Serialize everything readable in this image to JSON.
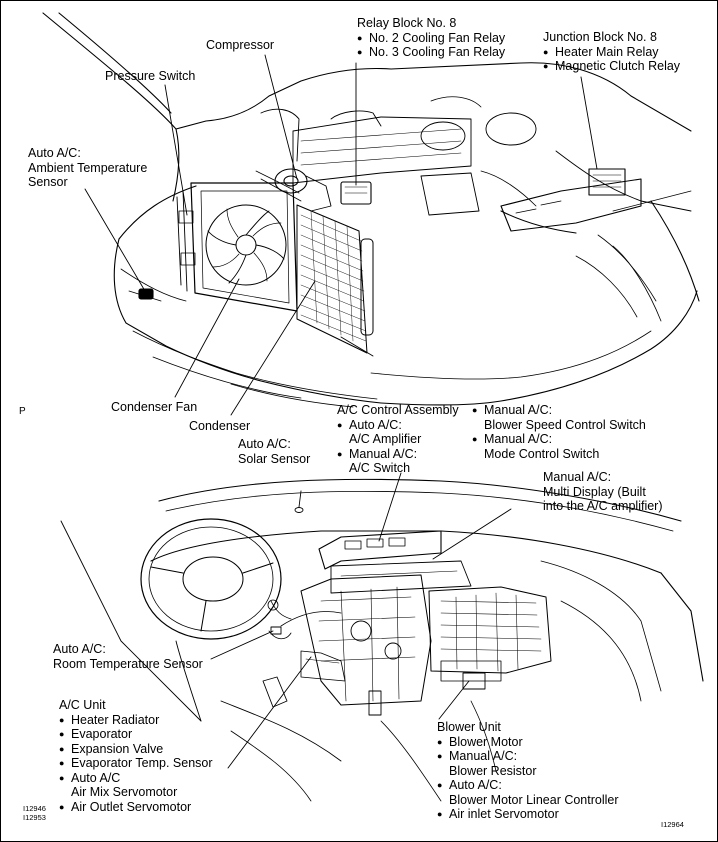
{
  "section_marker": "P",
  "labels": {
    "relay_block": {
      "title": "Relay Block No. 8",
      "items": [
        "No. 2 Cooling Fan Relay",
        "No. 3 Cooling Fan Relay"
      ]
    },
    "compressor": "Compressor",
    "junction_block": {
      "title": "Junction Block No. 8",
      "items": [
        "Heater Main Relay",
        "Magnetic Clutch Relay"
      ]
    },
    "pressure_switch": "Pressure Switch",
    "ambient_sensor": [
      "Auto A/C:",
      "Ambient Temperature",
      "Sensor"
    ],
    "condenser_fan": "Condenser Fan",
    "condenser": "Condenser",
    "control_assembly": {
      "title": "A/C Control Assembly",
      "items": [
        [
          "Auto A/C:",
          "A/C Amplifier"
        ],
        [
          "Manual A/C:",
          "A/C Switch"
        ]
      ]
    },
    "control_switches": {
      "items": [
        [
          "Manual A/C:",
          "Blower Speed Control Switch"
        ],
        [
          "Manual A/C:",
          "Mode Control Switch"
        ]
      ]
    },
    "solar_sensor": [
      "Auto A/C:",
      "Solar Sensor"
    ],
    "multi_display": [
      "Manual A/C:",
      "Multi Display (Built",
      "into the A/C amplifier)"
    ],
    "room_sensor": [
      "Auto A/C:",
      "Room Temperature Sensor"
    ],
    "ac_unit": {
      "title": "A/C Unit",
      "items": [
        [
          "Heater Radiator"
        ],
        [
          "Evaporator"
        ],
        [
          "Expansion Valve"
        ],
        [
          "Evaporator Temp. Sensor"
        ],
        [
          "Auto A/C",
          "Air Mix Servomotor"
        ],
        [
          "Air Outlet Servomotor"
        ]
      ]
    },
    "blower_unit": {
      "title": "Blower Unit",
      "items": [
        [
          "Blower Motor"
        ],
        [
          "Manual A/C:",
          "Blower Resistor"
        ],
        [
          "Auto A/C:",
          "Blower Motor Linear Controller"
        ],
        [
          "Air inlet Servomotor"
        ]
      ]
    }
  },
  "figure_codes": {
    "left": [
      "I12946",
      "I12953"
    ],
    "right": "I12964"
  }
}
